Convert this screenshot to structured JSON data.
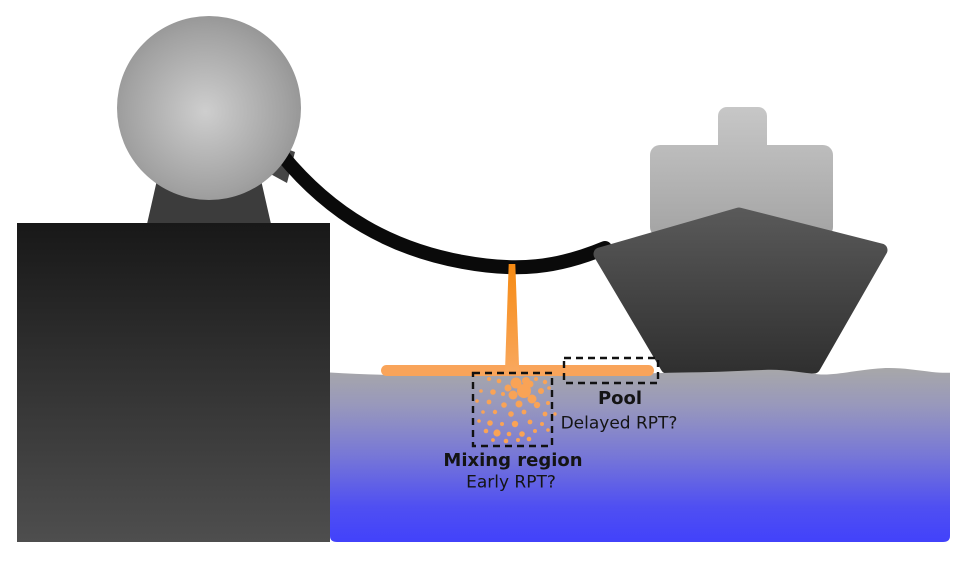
{
  "figure": {
    "description": "Diagram of an LNG spill from a transfer hose between a shore storage tank and a ship, showing a pool on the water surface and a mixing region under the jet",
    "annotations": {
      "pool": {
        "label": "Pool",
        "question": "Delayed RPT?"
      },
      "mixing": {
        "label": "Mixing region",
        "question": "Early RPT?"
      }
    },
    "elements": [
      "storage-tank-sphere",
      "tank-pedestal",
      "quay",
      "transfer-hose",
      "ship-superstructure",
      "ship-hull",
      "spill-jet",
      "surface-pool",
      "mixing-droplets",
      "water",
      "pool-dashed-box",
      "mixing-dashed-box"
    ],
    "colors": {
      "background": "#ffffff",
      "spill_orange": "#f7941e",
      "pool_orange": "#f9a45a",
      "water_top_gray": "#a8a8a8",
      "water_bottom_blue": "#4242fb",
      "hull_gray": "#4a4a4a",
      "superstructure_gray": "#bdbdbd",
      "quay_dark": "#1a1a1a",
      "hose_black": "#0a0a0a",
      "dashed_box_black": "#111111",
      "text_black": "#141414"
    }
  }
}
